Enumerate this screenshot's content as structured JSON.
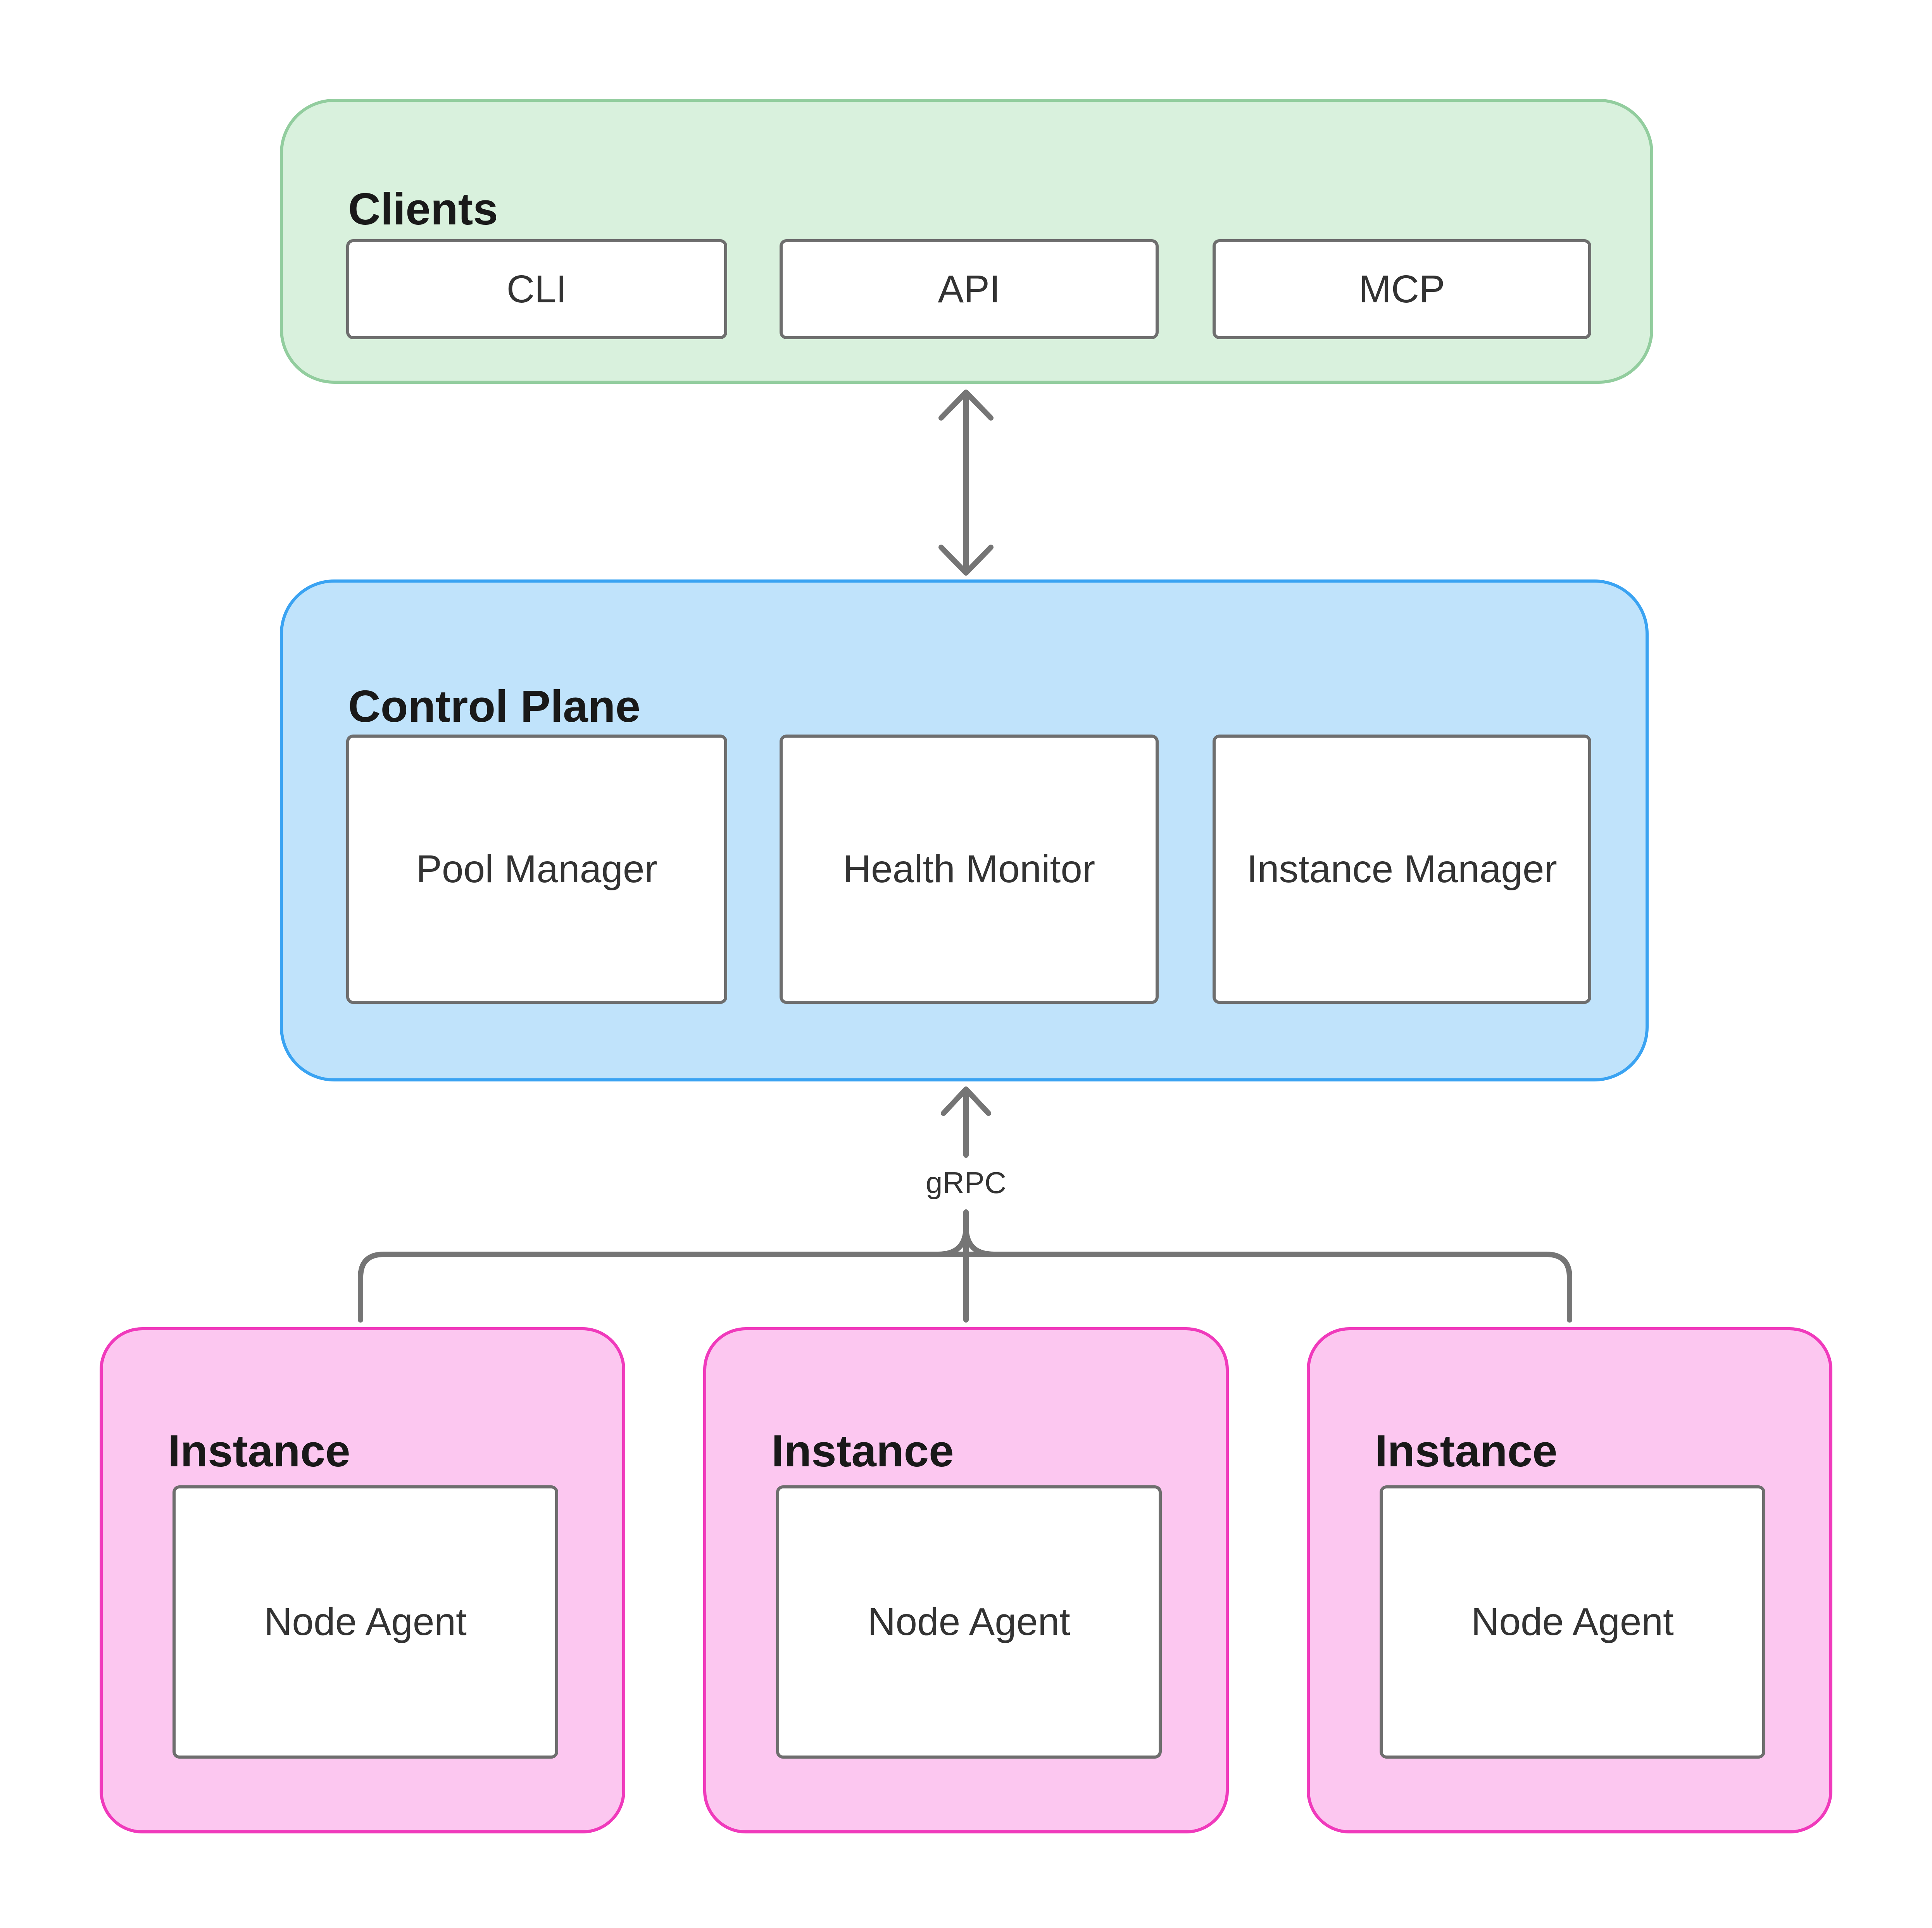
{
  "colors": {
    "canvas_bg": "#ffffff",
    "clients_fill": "#d9f1dd",
    "clients_border": "#92cd9e",
    "control_fill": "#c0e3fb",
    "control_border": "#3aa3f2",
    "instance_fill": "#fcc7f0",
    "instance_border": "#f03abc",
    "node_box_fill": "#ffffff",
    "node_box_border": "#6e6e6e",
    "connector": "#757575",
    "title_text": "#191919",
    "label_text": "#333333"
  },
  "clients": {
    "title": "Clients",
    "items": [
      {
        "label": "CLI"
      },
      {
        "label": "API"
      },
      {
        "label": "MCP"
      }
    ]
  },
  "control_plane": {
    "title": "Control Plane",
    "items": [
      {
        "label": "Pool Manager"
      },
      {
        "label": "Health Monitor"
      },
      {
        "label": "Instance Manager"
      }
    ]
  },
  "connections": {
    "grpc": {
      "label": "gRPC"
    }
  },
  "instances": [
    {
      "title": "Instance",
      "node": {
        "label": "Node Agent"
      }
    },
    {
      "title": "Instance",
      "node": {
        "label": "Node Agent"
      }
    },
    {
      "title": "Instance",
      "node": {
        "label": "Node Agent"
      }
    }
  ]
}
